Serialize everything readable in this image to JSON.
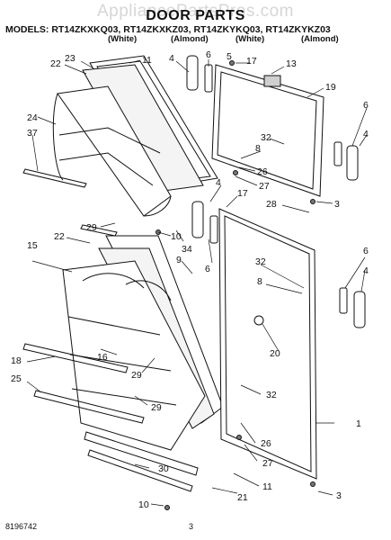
{
  "watermark": "AppliancePartsPros.com",
  "title": "DOOR PARTS",
  "models_line": "MODELS: RT14ZKXKQ03, RT14ZKXKZ03, RT14ZKYKQ03, RT14ZKYKZ03",
  "variants": [
    "(White)",
    "(Almond)",
    "(White)",
    "(Almond)"
  ],
  "callouts": [
    "22",
    "23",
    "11",
    "4",
    "6",
    "5",
    "17",
    "13",
    "19",
    "24",
    "37",
    "6",
    "4",
    "32",
    "8",
    "26",
    "27",
    "28",
    "3",
    "10",
    "4",
    "17",
    "34",
    "6",
    "29",
    "22",
    "15",
    "9",
    "32",
    "8",
    "6",
    "4",
    "20",
    "18",
    "16",
    "29",
    "25",
    "29",
    "32",
    "26",
    "1",
    "27",
    "30",
    "10",
    "11",
    "21",
    "3"
  ],
  "footer": {
    "doc_number": "8196742",
    "page_number": "3"
  }
}
